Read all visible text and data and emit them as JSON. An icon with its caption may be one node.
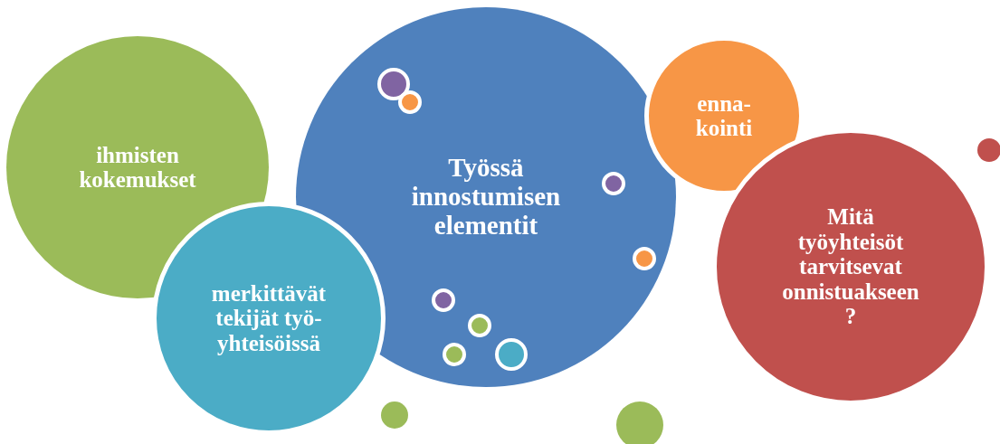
{
  "diagram": {
    "nodes": [
      {
        "text": [
          "ihmisten kokemukset"
        ]
      },
      {
        "text": [
          "Työssä innostumisen elementit"
        ]
      },
      {
        "text": [
          "merkittävät tekijät työ- yhteisöissä"
        ]
      },
      {
        "text": [
          "enna- kointi"
        ]
      },
      {
        "text": [
          "Mitä työyhteisöt tarvitsevat onnistuakseen ?"
        ]
      },
      {
        "text": [],
        "shape": "circle",
        "in": 1
      },
      {
        "text": [],
        "shape": "circle",
        "in": 1
      },
      {
        "text": [],
        "shape": "circle",
        "in": 1
      },
      {
        "text": [],
        "shape": "circle",
        "in": 1
      },
      {
        "text": [],
        "shape": "circle",
        "in": 1
      },
      {
        "text": [],
        "shape": "circle",
        "in": 1
      },
      {
        "text": [],
        "shape": "circle",
        "in": 1
      },
      {
        "text": [],
        "shape": "circle",
        "in": 1
      },
      {
        "text": [],
        "shape": "circle"
      },
      {
        "text": [],
        "shape": "circle"
      },
      {
        "text": [],
        "shape": "circle"
      }
    ],
    "edges": []
  }
}
